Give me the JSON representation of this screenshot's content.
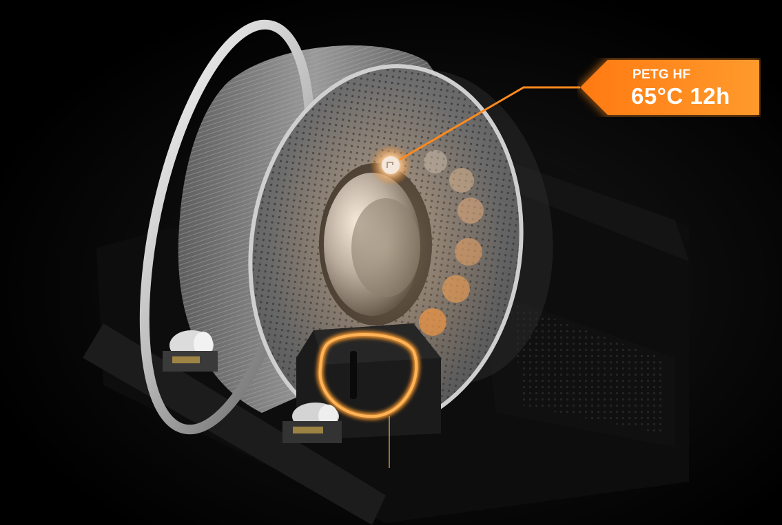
{
  "callout": {
    "material": "PETG HF",
    "params": "65°C 12h"
  },
  "colors": {
    "background": "#000000",
    "accent": "#ff8a1e",
    "filament": "#8a8a8a",
    "spool_rim": "#d9d9d9"
  },
  "icons": {
    "spool": "filament-spool",
    "sensor": "indicator-light",
    "heater": "heating-ring",
    "rollers": "spool-roller"
  }
}
